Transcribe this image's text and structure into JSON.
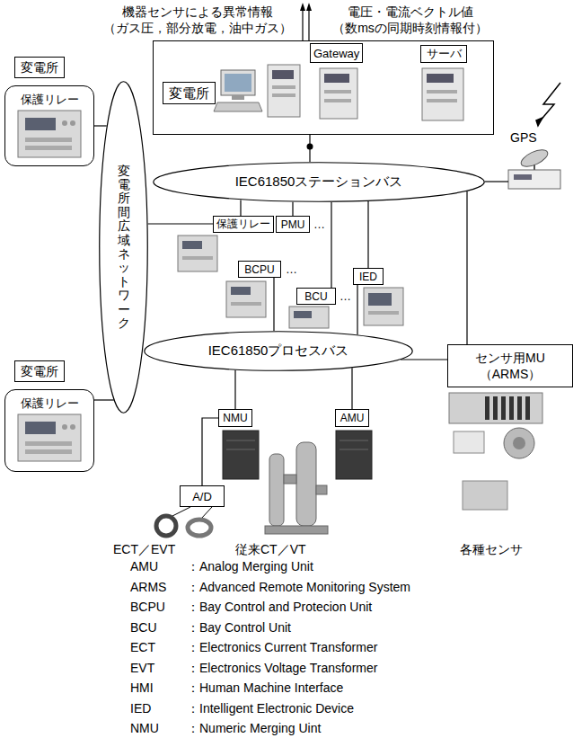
{
  "diagram": {
    "nodes": [
      {
        "text": [
          "変電所",
          "保護リレー"
        ]
      },
      {
        "text": [
          "変電所",
          "保護リレー"
        ]
      },
      {
        "text": [
          "変電所間広域ネットワーク"
        ]
      },
      {
        "text": [
          "変電所"
        ]
      },
      {
        "text": [
          "Gateway"
        ],
        "in": 3
      },
      {
        "text": [
          "サーバ"
        ],
        "in": 3
      },
      {
        "text": [
          "IEC61850ステーションバス"
        ]
      },
      {
        "text": [
          "保護リレー"
        ]
      },
      {
        "text": [
          "PMU"
        ]
      },
      {
        "text": [
          "BCPU"
        ]
      },
      {
        "text": [
          "BCU"
        ]
      },
      {
        "text": [
          "IED"
        ]
      },
      {
        "text": [
          "IEC61850プロセスバス"
        ]
      },
      {
        "text": [
          "NMU"
        ]
      },
      {
        "text": [
          "AMU"
        ]
      },
      {
        "text": [
          "センサ用MU （ARMS）"
        ]
      },
      {
        "text": [
          "A/D"
        ]
      }
    ],
    "edges": [
      {
        "from": 0,
        "to": 2,
        "arrow": "none"
      },
      {
        "from": 1,
        "to": 2,
        "arrow": "none"
      },
      {
        "from": 2,
        "to": 7,
        "arrow": "none"
      },
      {
        "from": 6,
        "to": 3,
        "arrow": "none"
      },
      {
        "from": 6,
        "to": 7,
        "arrow": "none"
      },
      {
        "from": 6,
        "to": 8,
        "arrow": "none"
      },
      {
        "from": 6,
        "to": 10,
        "arrow": "none"
      },
      {
        "from": 6,
        "to": 11,
        "arrow": "none"
      },
      {
        "from": 6,
        "to": 15,
        "arrow": "none"
      },
      {
        "from": 9,
        "to": 12,
        "arrow": "none"
      },
      {
        "from": 11,
        "to": 12,
        "arrow": "none"
      },
      {
        "from": 12,
        "to": 13,
        "arrow": "none"
      },
      {
        "from": 12,
        "to": 14,
        "arrow": "none"
      },
      {
        "from": 12,
        "to": 15,
        "arrow": "none"
      },
      {
        "from": 13,
        "to": 16,
        "arrow": "none"
      }
    ],
    "labels": [
      "機器センサによる異常情報 （ガス圧，部分放電，油中ガス）",
      "電圧・電流ベクトル値 （数msの同期時刻情報付）",
      "…",
      "…",
      "…",
      "GPS",
      "ECT／EVT",
      "従来CT／VT",
      "各種センサ",
      "AMU",
      "ARMS",
      "BCPU",
      "BCU",
      "ECT",
      "EVT",
      "HMI",
      "IED",
      "NMU",
      "：Analog Merging Unit",
      "：Advanced Remote Monitoring System",
      "：Bay Control and Protecion Unit",
      "：Bay Control Unit",
      "：Electronics Current Transformer",
      "：Electronics Voltage Transformer",
      "：Human Machine Interface",
      "：Intelligent Electronic Device",
      "：Numeric Merging Uint"
    ]
  }
}
